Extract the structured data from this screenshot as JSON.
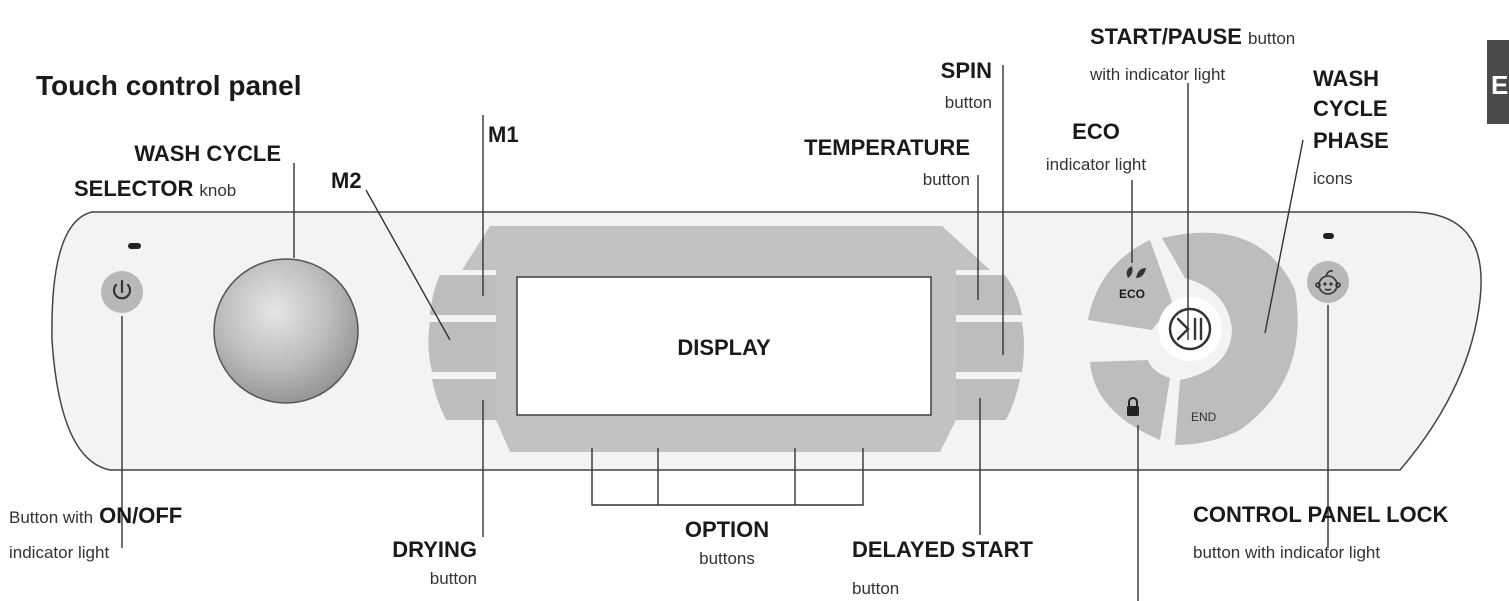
{
  "title": "Touch control panel",
  "tab_letter": "E",
  "display_label": "DISPLAY",
  "eco_label": "ECO",
  "end_label": "END",
  "labels": {
    "wash_cycle_selector_line1": "WASH CYCLE",
    "wash_cycle_selector_line2_bold": "SELECTOR",
    "wash_cycle_selector_line2_light": "knob",
    "m2": "M2",
    "m1": "M1",
    "spin_bold": "SPIN",
    "spin_light": "button",
    "temperature_bold": "TEMPERATURE",
    "temperature_light": "button",
    "eco_bold": "ECO",
    "eco_light": "indicator light",
    "start_pause_bold": "START/PAUSE",
    "start_pause_light_1": "button",
    "start_pause_light_2": "with indicator light",
    "wash_cycle_phase_1": "WASH",
    "wash_cycle_phase_2": "CYCLE",
    "wash_cycle_phase_3": "PHASE",
    "wash_cycle_phase_light": "icons",
    "on_off_prefix": "Button with",
    "on_off_bold": "ON/OFF",
    "on_off_light": "indicator light",
    "drying_bold": "DRYING",
    "drying_light": "button",
    "option_bold": "OPTION",
    "option_light": "buttons",
    "delayed_start_bold": "DELAYED START",
    "delayed_start_light": "button",
    "control_panel_lock_bold": "CONTROL PANEL LOCK",
    "control_panel_lock_light": "button with indicator light"
  },
  "icons": {
    "power": "power-icon",
    "eco_leaf": "leaf-icon",
    "start_pause": "play-pause-icon",
    "lock": "padlock-icon",
    "child_lock": "baby-face-icon"
  },
  "colors": {
    "panel_fill": "#f3f3f3",
    "button_grey": "#b3b3b3",
    "arc_grey": "#bdbdbd",
    "display_fill": "#ffffff",
    "text": "#1a1a1a",
    "tab_fill": "#4a4a4a"
  }
}
